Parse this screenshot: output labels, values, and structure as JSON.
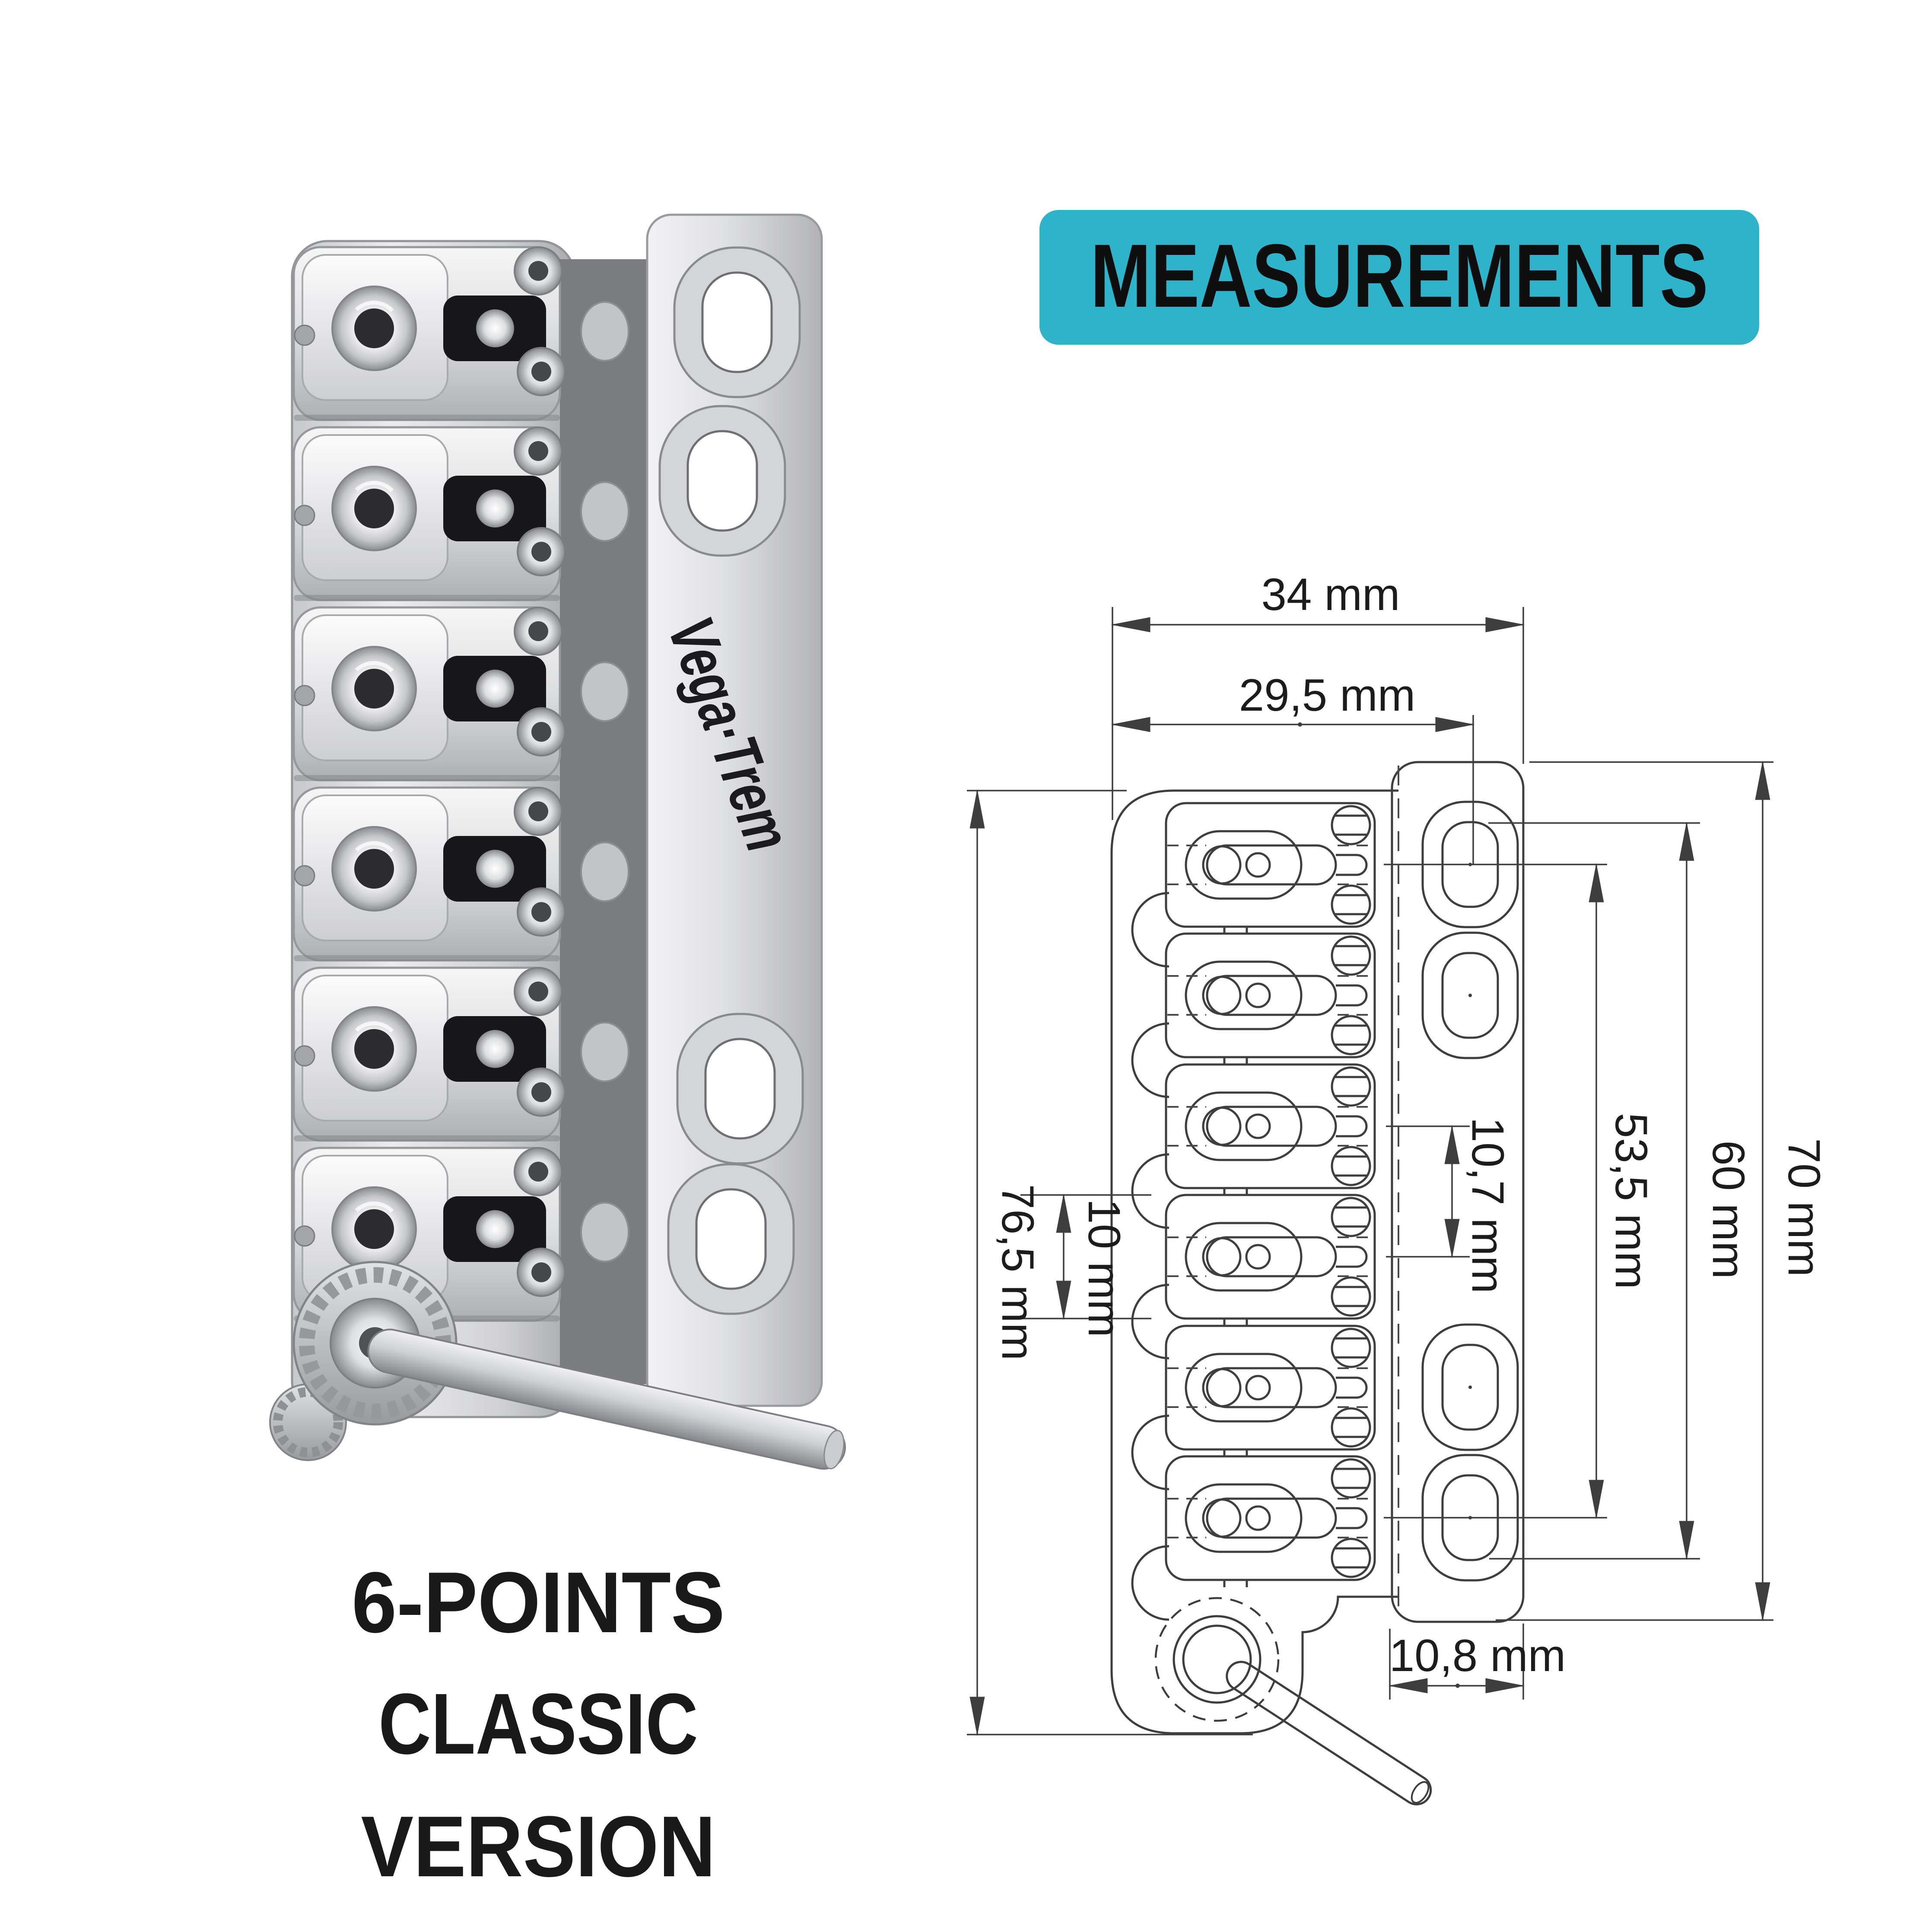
{
  "banner": {
    "label": "MEASUREMENTS"
  },
  "photo": {
    "logo": "Vega·Trem"
  },
  "caption": {
    "line1": "6-POINTS",
    "line2": "CLASSIC",
    "line3": "VERSION"
  },
  "diagram": {
    "dims": {
      "total_width": "34 mm",
      "hole_offset": "29,5 mm",
      "body_height": "76,5 mm",
      "saddle_height": "10 mm",
      "string_spacing": "10,7 mm",
      "hole_span_inner": "53,5 mm",
      "hole_span_outer": "60 mm",
      "plate_height": "70 mm",
      "plate_width": "10,8 mm"
    }
  },
  "colors": {
    "accent": "#2db4cb",
    "line": "#3e3e3e",
    "text": "#141414"
  }
}
